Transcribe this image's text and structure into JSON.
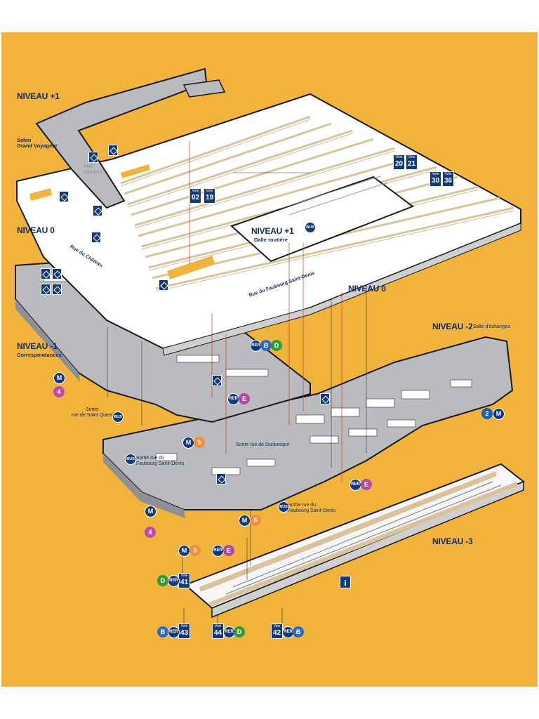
{
  "map": {
    "colors": {
      "background": "#f2b33d",
      "navy": "#152a5c",
      "floor_white": "#ffffff",
      "floor_grey": "#b9bbbe",
      "track": "#d9c39a"
    },
    "levels": {
      "n_plus1": "NIVEAU +1",
      "n0_left": "NIVEAU 0",
      "n_minus1": "NIVEAU -1",
      "n_minus1_sub": "Correspondances",
      "n_minus2": "NIVEAU -2",
      "n_minus2_sub": "Salle d'échanges",
      "n_minus3": "NIVEAU -3",
      "n0_right": "NIVEAU 0",
      "dalle": "NIVEAU +1",
      "dalle_sub": "Dalle routière"
    },
    "labels": {
      "salon": "Salon",
      "grand_voyageur": "Grand Voyageur",
      "hall_londres_1": "Hall",
      "hall_londres_2": "Londres",
      "rue_faubourg": "Rue du Faubourg Saint-Denis",
      "rue_chateau": "Rue du Château",
      "sortie_quentin_1": "Sortie",
      "sortie_quentin_2": "rue de Saint Quentin",
      "sortie_faubourg_1": "Sortie rue du",
      "sortie_faubourg_2": "Faubourg Saint-Denis",
      "sortie_dunkerque": "Sortie rue de Dunkerque",
      "sortie_faubourg_bus_1": "Sortie rue du",
      "sortie_faubourg_bus_2": "Faubourg Saint-Denis"
    },
    "voie": {
      "word": "Voie",
      "v02": "02",
      "v19": "19",
      "v20": "20",
      "v21": "21",
      "v30": "30",
      "v36": "36",
      "v41": "41",
      "v43": "43",
      "v44": "44",
      "v42": "42"
    },
    "badges": {
      "m": "M",
      "rer": "RER",
      "bus": "BUS",
      "l4": "4",
      "l5": "5",
      "l2": "2",
      "lb": "B",
      "ld": "D",
      "le": "E",
      "info": "i"
    }
  }
}
